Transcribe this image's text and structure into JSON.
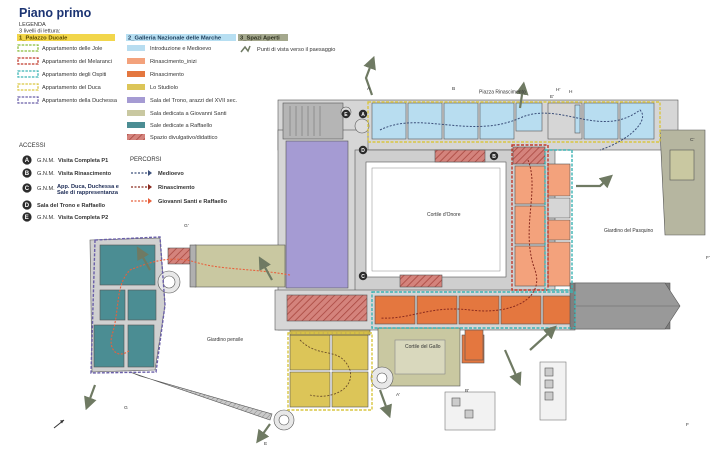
{
  "title": "Piano primo",
  "legend": {
    "heading": "LEGENDA",
    "subheading": "3 livelli di lettura:",
    "col1": {
      "header": "1_Palazzo Ducale",
      "color": "#f2d64b",
      "items": [
        {
          "label": "Appartamento delle Jole",
          "color": "#8bbd3c"
        },
        {
          "label": "Appartamento del Melaranci",
          "color": "#c0392b"
        },
        {
          "label": "Appartamento degli Ospiti",
          "color": "#3bb3b3"
        },
        {
          "label": "Appartamento del Duca",
          "color": "#d9c642"
        },
        {
          "label": "Appartamento della Duchessa",
          "color": "#6a5fa8"
        }
      ]
    },
    "col2": {
      "header": "2_Galleria Nazionale delle Marche",
      "color": "#b7dff2",
      "items": [
        {
          "label": "Introduzione e Medioevo",
          "color": "#b8ddf0"
        },
        {
          "label": "Rinascimento_inizi",
          "color": "#f3a27c"
        },
        {
          "label": "Rinascimento",
          "color": "#e4773f"
        },
        {
          "label": "Lo Studiolo",
          "color": "#dcc558"
        },
        {
          "label": "Sala del Trono, arazzi del XVII sec.",
          "color": "#a59bd3"
        },
        {
          "label": "Sala dedicata a Giovanni Santi",
          "color": "#c9c8a1"
        },
        {
          "label": "Sale dedicate a Raffaello",
          "color": "#4b8d93"
        },
        {
          "label": "Spazio divulgativo/didattico",
          "color": "#c0605a"
        }
      ]
    },
    "col3": {
      "header": "3_Spazi Aperti",
      "color": "#a4a88d",
      "viewpoints_label": "Punti di vista verso il paesaggio"
    },
    "accessi": {
      "heading": "ACCESSI",
      "items": [
        {
          "badge": "A",
          "pre": "G.N.M.",
          "label": "Visita Completa P1"
        },
        {
          "badge": "B",
          "pre": "G.N.M.",
          "label": "Visita Rinascimento"
        },
        {
          "badge": "C",
          "pre": "G.N.M.",
          "label": "App. Duca, Duchessa e Sale di rappresentanza"
        },
        {
          "badge": "D",
          "pre": "",
          "label": "Sala del Trono e Raffaello"
        },
        {
          "badge": "E",
          "pre": "G.N.M.",
          "label": "Visita Completa P2"
        }
      ]
    },
    "percorsi": {
      "heading": "PERCORSI",
      "items": [
        {
          "label": "Medioevo",
          "color": "#3b4f7a"
        },
        {
          "label": "Rinascimento",
          "color": "#8a2a1e"
        },
        {
          "label": "Giovanni Santi e Raffaello",
          "color": "#e8603c"
        }
      ]
    }
  },
  "plan": {
    "labels": {
      "piazza": "Piazza Rinascimento",
      "cortile_onore": "Cortile d'Onore",
      "cortile_gallo": "Cortile del Gallo",
      "giardino_pensile": "Giardino pensile",
      "giardino_pasquino": "Giardino del Pasquino"
    },
    "section_marks": [
      "A",
      "B",
      "H",
      "A'",
      "B'",
      "H'",
      "C'",
      "G'",
      "E",
      "E'",
      "F",
      "F'",
      "G"
    ]
  }
}
